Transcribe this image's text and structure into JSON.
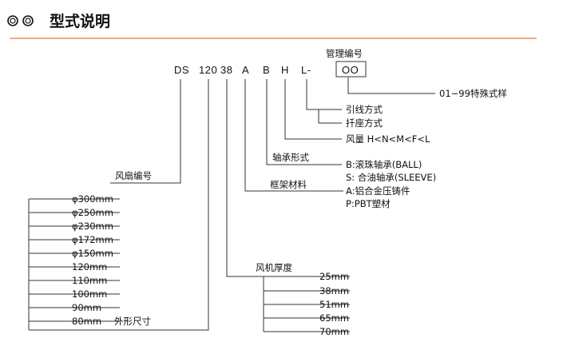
{
  "header": {
    "title": "型式说明",
    "accent_color": "#e07a3c"
  },
  "code": {
    "parts": [
      "DS",
      "120",
      "38",
      "A",
      "B",
      "H",
      "L-",
      "OO"
    ],
    "box_label": "管理编号"
  },
  "annotations": {
    "special": "01~99特殊式样",
    "lead": "引线方式",
    "mount": "扦座方式",
    "airflow": "风量 H<N<M<F<L",
    "bearing_title": "轴承形式",
    "bearing_b": "B:滚珠轴承(BALL)",
    "bearing_s": "S: 合油轴承(SLEEVE)",
    "frame_title": "框架材料",
    "frame_a": "A:铝合金压铸件",
    "frame_p": "P:PBT塑材",
    "fan_no": "风扇编号",
    "outline": "外形尺寸",
    "thickness_title": "风机厚度"
  },
  "sizes": [
    "φ300mm",
    "φ250mm",
    "φ230mm",
    "φ172mm",
    "φ150mm",
    "120mm",
    "110mm",
    "100mm",
    "90mm",
    "80mm"
  ],
  "thickness": [
    "25mm",
    "38mm",
    "51mm",
    "65mm",
    "70mm"
  ]
}
